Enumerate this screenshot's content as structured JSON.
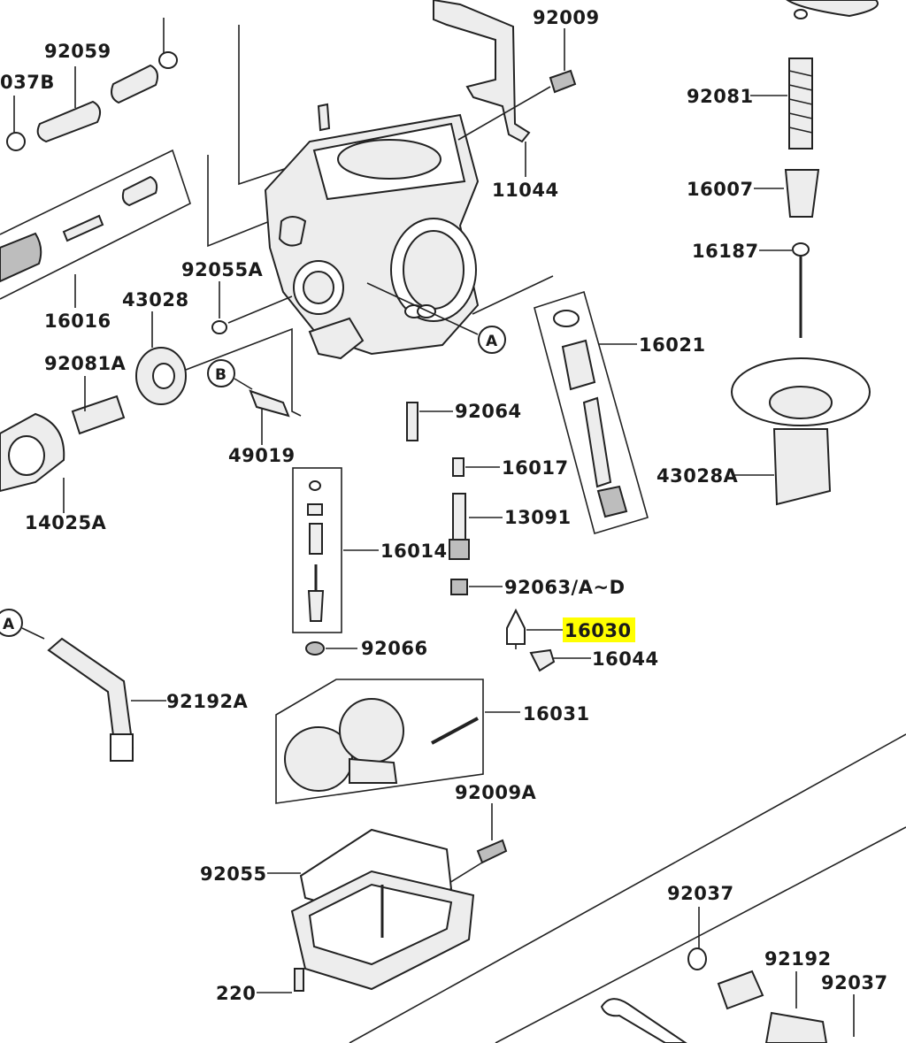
{
  "colors": {
    "highlight": "#ffff00",
    "ink": "#1a1a1a",
    "background": "#ffffff"
  },
  "labels": {
    "p92059": "92059",
    "p037B": "037B",
    "p16016": "16016",
    "p43028": "43028",
    "p92055A": "92055A",
    "p92081A": "92081A",
    "p14025A": "14025A",
    "p49019": "49019",
    "p92009": "92009",
    "p11044": "11044",
    "p92081": "92081",
    "p16007": "16007",
    "p16187": "16187",
    "p16021": "16021",
    "p43028A": "43028A",
    "p92064": "92064",
    "p16017": "16017",
    "p13091": "13091",
    "p16014": "16014",
    "p92063": "92063/A~D",
    "p16030": "16030",
    "p16044": "16044",
    "p92066": "92066",
    "p92192A": "92192A",
    "p16031": "16031",
    "p92009A": "92009A",
    "p92055": "92055",
    "p92037a": "92037",
    "p92192": "92192",
    "p92037b": "92037",
    "p220": "220"
  },
  "callouts": {
    "A1": "A",
    "A2": "A",
    "B": "B"
  },
  "highlighted_part": "16030"
}
